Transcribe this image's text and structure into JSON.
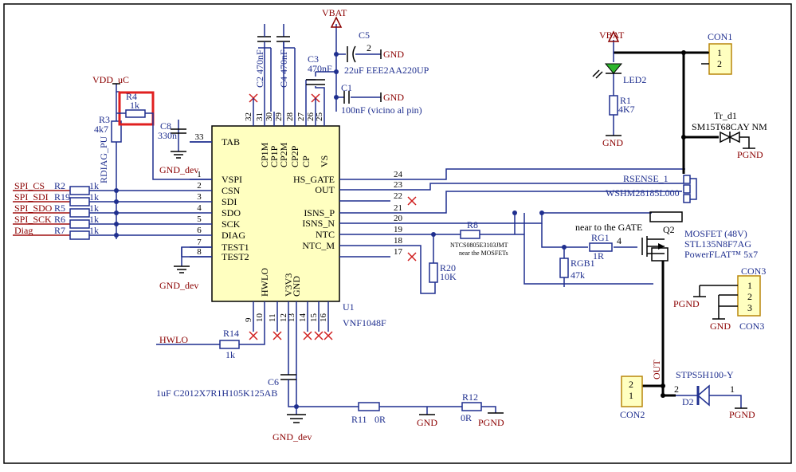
{
  "ic": {
    "ref": "U1",
    "part": "VNF1048F",
    "left_pins": [
      {
        "num": "33",
        "name": "TAB"
      },
      {
        "num": "1",
        "name": "VSPI"
      },
      {
        "num": "2",
        "name": "CSN"
      },
      {
        "num": "3",
        "name": "SDI"
      },
      {
        "num": "4",
        "name": "SDO"
      },
      {
        "num": "5",
        "name": "SCK"
      },
      {
        "num": "6",
        "name": "DIAG"
      },
      {
        "num": "7",
        "name": "TEST1"
      },
      {
        "num": "8",
        "name": "TEST2"
      }
    ],
    "right_pins": [
      {
        "num": "24",
        "name": "HS_GATE"
      },
      {
        "num": "23",
        "name": "OUT"
      },
      {
        "num": "22",
        "name": ""
      },
      {
        "num": "21",
        "name": "ISNS_P"
      },
      {
        "num": "20",
        "name": "ISNS_N"
      },
      {
        "num": "19",
        "name": "NTC"
      },
      {
        "num": "18",
        "name": "NTC_M"
      },
      {
        "num": "17",
        "name": ""
      }
    ],
    "top_pins": [
      {
        "num": "32",
        "name": ""
      },
      {
        "num": "31",
        "name": "CP1M"
      },
      {
        "num": "30",
        "name": "CP1P"
      },
      {
        "num": "29",
        "name": "CP2M"
      },
      {
        "num": "28",
        "name": "CP2P"
      },
      {
        "num": "27",
        "name": "CP"
      },
      {
        "num": "26",
        "name": ""
      },
      {
        "num": "25",
        "name": "VS"
      }
    ],
    "bottom_pins": [
      {
        "num": "9",
        "name": ""
      },
      {
        "num": "10",
        "name": "HWLO"
      },
      {
        "num": "11",
        "name": ""
      },
      {
        "num": "12",
        "name": "V3V3"
      },
      {
        "num": "13",
        "name": "GND"
      },
      {
        "num": "14",
        "name": ""
      },
      {
        "num": "15",
        "name": ""
      },
      {
        "num": "16",
        "name": ""
      }
    ]
  },
  "nets": {
    "vbat": "VBAT",
    "vdd_uc": "VDD_uC",
    "gnd": "GND",
    "gnd_dev": "GND_dev",
    "pgnd": "PGND",
    "out": "OUT",
    "rdiag_pu": "RDIAG_PU",
    "hwlo": "HWLO"
  },
  "signals": [
    {
      "name": "SPI_CS",
      "res": "R2",
      "val": "1k"
    },
    {
      "name": "SPI_SDI",
      "res": "R19",
      "val": "1k"
    },
    {
      "name": "SPI_SDO",
      "res": "R5",
      "val": "1k"
    },
    {
      "name": "SPI_SCK",
      "res": "R6",
      "val": "1k"
    },
    {
      "name": "Diag",
      "res": "R7",
      "val": "1k"
    }
  ],
  "parts": {
    "r4": {
      "ref": "R4",
      "val": "1k"
    },
    "r3": {
      "ref": "R3",
      "val": "4k7"
    },
    "c8": {
      "ref": "C8",
      "val": "330n"
    },
    "c2": {
      "label": "C2 470nF"
    },
    "c4": {
      "label": "C4 470nF"
    },
    "c3": {
      "ref": "C3",
      "val": "470nF"
    },
    "c5": {
      "ref": "C5",
      "val": "22uF EEE2AA220UP",
      "pin": "2"
    },
    "c1": {
      "ref": "C1",
      "val": "100nF (vicino al pin)"
    },
    "led2": {
      "ref": "LED2"
    },
    "r1": {
      "ref": "R1",
      "val": "4K7"
    },
    "con1": {
      "ref": "CON1",
      "pins": [
        "1",
        "2"
      ]
    },
    "tr_d1": {
      "ref": "Tr_d1",
      "val": "SM15T68CAY NM"
    },
    "rsense": {
      "ref": "RSENSE_1",
      "val": "WSHM28185L000"
    },
    "q2": {
      "ref": "Q2",
      "desc": "MOSFET (48V)",
      "part": "STL135N8F7AG",
      "pkg": "PowerFLAT™ 5x7",
      "gate_pin": "4"
    },
    "rg1": {
      "ref": "RG1",
      "val": "1R",
      "note": "near to the GATE"
    },
    "rgb1": {
      "ref": "RGB1",
      "val": "47k"
    },
    "r8": {
      "ref": "R8",
      "val": "NTCS0805E3103JMT",
      "note": "near the MOSFETs"
    },
    "r20": {
      "ref": "R20",
      "val": "10K"
    },
    "con3": {
      "ref": "CON3",
      "pins": [
        "1",
        "2",
        "3"
      ]
    },
    "con2": {
      "ref": "CON2",
      "pins": [
        "2",
        "1"
      ]
    },
    "d2": {
      "ref": "D2",
      "val": "STPS5H100-Y",
      "pin_a": "2",
      "pin_k": "1"
    },
    "r14": {
      "ref": "R14",
      "val": "1k"
    },
    "c6": {
      "ref": "C6",
      "val": "1uF C2012X7R1H105K125AB"
    },
    "r11": {
      "ref": "R11",
      "val": "0R"
    },
    "r12": {
      "ref": "R12",
      "val": "0R"
    }
  },
  "colors": {
    "wire": "#1f2f8f",
    "ic_fill": "#ffffc0",
    "net_label": "#8b0000",
    "no_connect": "#d02020",
    "led": "#2db52d",
    "highlight": "#e02020"
  }
}
